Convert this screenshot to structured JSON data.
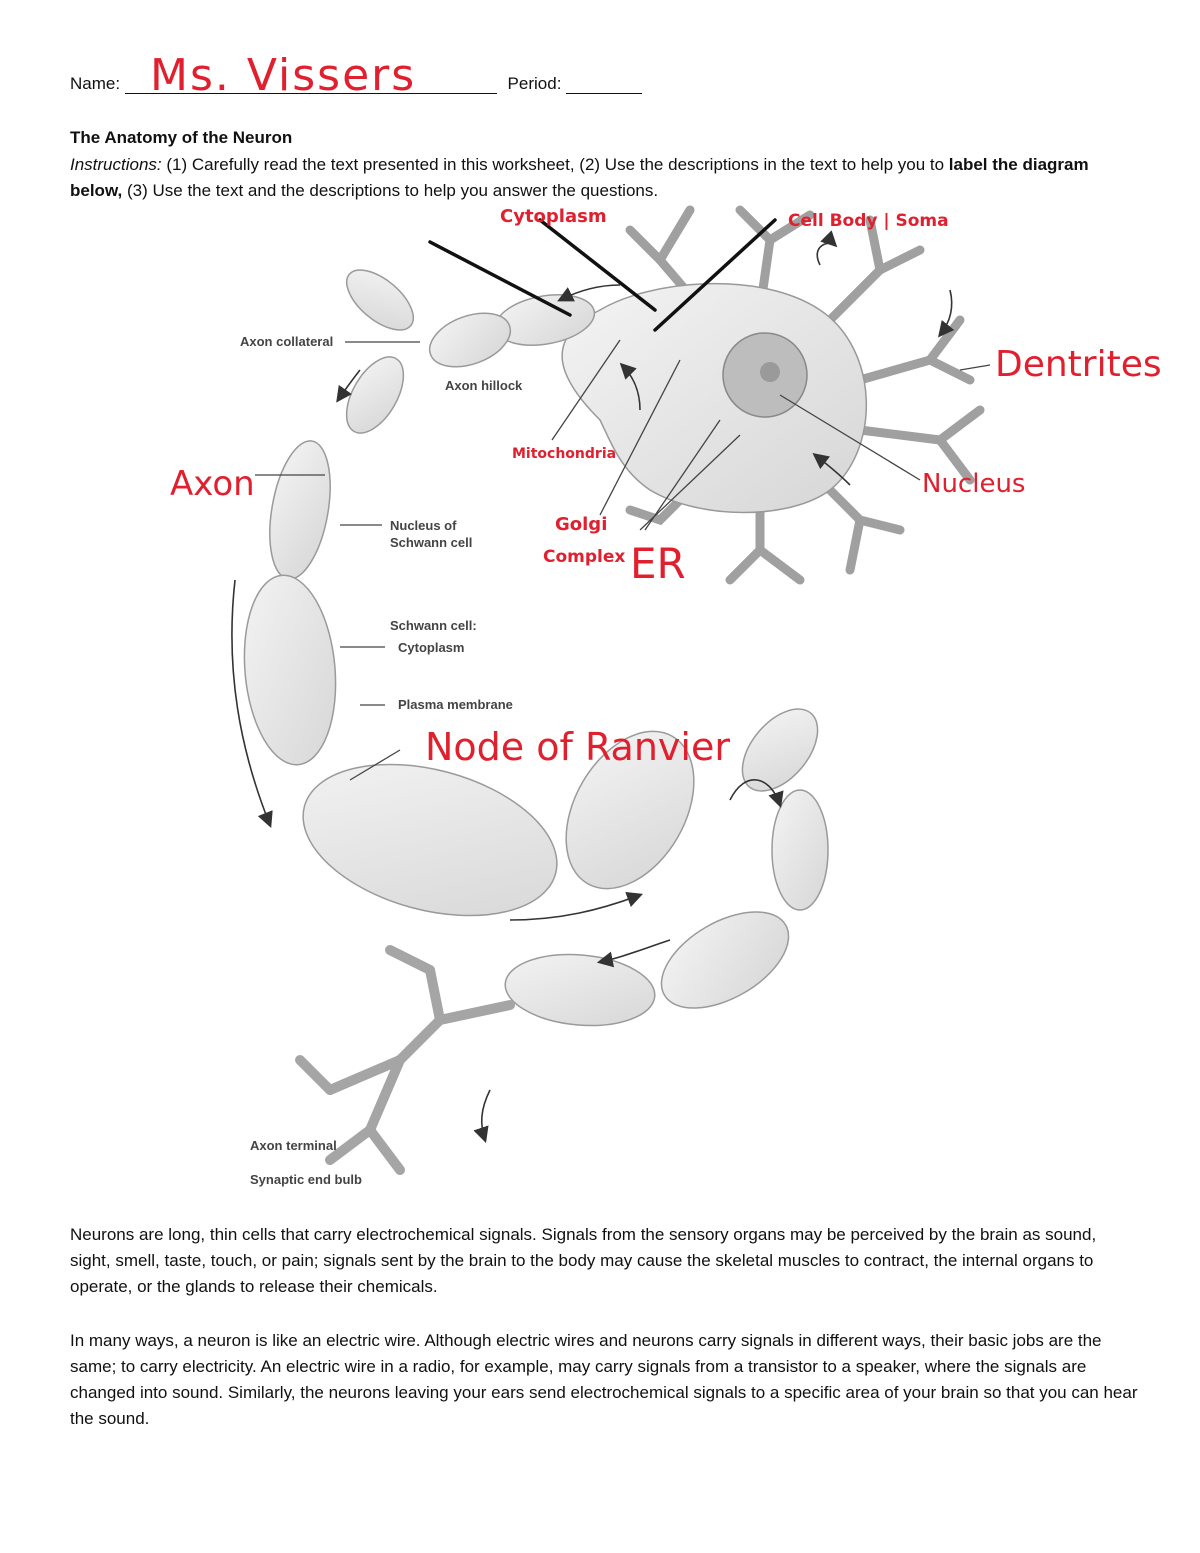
{
  "header": {
    "name_label": "Name:",
    "name_value": "Ms. Vissers",
    "period_label": "Period:"
  },
  "title": "The Anatomy of the Neuron",
  "instructions": {
    "lead": "Instructions:",
    "part1": " (1) Carefully read the text presented in this worksheet, (2) Use the descriptions in the text to help you to ",
    "bold": "label the diagram below,",
    "part2": " (3) Use the text and the descriptions to help you answer the questions."
  },
  "diagram": {
    "printed_labels": {
      "axon_collateral": "Axon collateral",
      "axon_hillock": "Axon hillock",
      "nucleus_schwann_1": "Nucleus of",
      "nucleus_schwann_2": "Schwann cell",
      "schwann_cell": "Schwann cell:",
      "cytoplasm": "Cytoplasm",
      "plasma_membrane": "Plasma membrane",
      "axon_terminal": "Axon terminal",
      "synaptic_end_bulb": "Synaptic end bulb"
    },
    "handwritten_labels": {
      "cytoplasm": "Cytoplasm",
      "cell_body": "Cell Body | Soma",
      "dentrites": "Dentrites",
      "mitochondria": "Mitochondria",
      "axon": "Axon",
      "nucleus": "Nucleus",
      "golgi_1": "Golgi",
      "golgi_2": "Complex",
      "er": "ER",
      "node": "Node of Ranvier"
    },
    "colors": {
      "handwriting": "#e0202e",
      "cell_fill": "#e6e6e6",
      "cell_stroke": "#9a9a9a"
    }
  },
  "paragraphs": [
    "Neurons are long, thin cells that carry electrochemical signals. Signals from the sensory organs may be perceived by the brain as sound, sight, smell, taste, touch, or pain; signals sent by the brain to the body may cause the skeletal muscles to contract, the internal organs to operate, or the glands to release their chemicals.",
    "In many ways, a neuron is like an electric wire. Although electric wires and neurons carry signals in different ways, their basic jobs are the same; to carry electricity. An electric wire in a radio, for example, may carry signals from a transistor to a speaker, where the signals are changed into sound. Similarly, the neurons leaving your ears send electrochemical signals to a specific area of your brain so that you can hear the sound."
  ]
}
